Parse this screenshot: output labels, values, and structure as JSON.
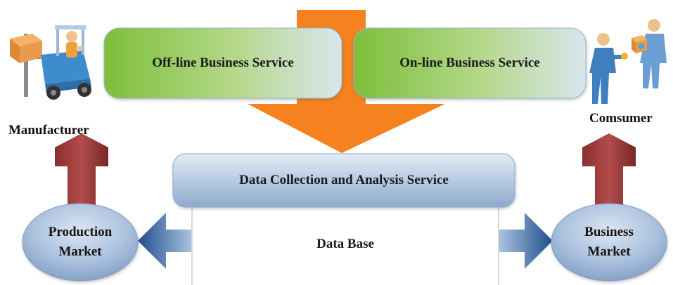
{
  "services": {
    "offline": "Off-line Business Service",
    "online": "On-line Business Service",
    "data_collection": "Data Collection and Analysis Service"
  },
  "database": {
    "label": "Data Base"
  },
  "actors": {
    "manufacturer": "Manufacturer",
    "consumer": "Comsumer"
  },
  "markets": {
    "production_line1": "Production",
    "production_line2": "Market",
    "business_line1": "Business",
    "business_line2": "Market"
  },
  "colors": {
    "orange_arrow": "#F58220",
    "red_arrow": "#9A3B3B",
    "blue_arrow": "#2E5F9E",
    "green_start": "#8CC63F",
    "green_end": "#D6E6EC",
    "pill_blue": "#9FB9D6",
    "oval_blue": "#A9C0DD"
  },
  "icons": {
    "manufacturer": "forklift-worker-icon",
    "consumer": "people-exchange-icon"
  }
}
